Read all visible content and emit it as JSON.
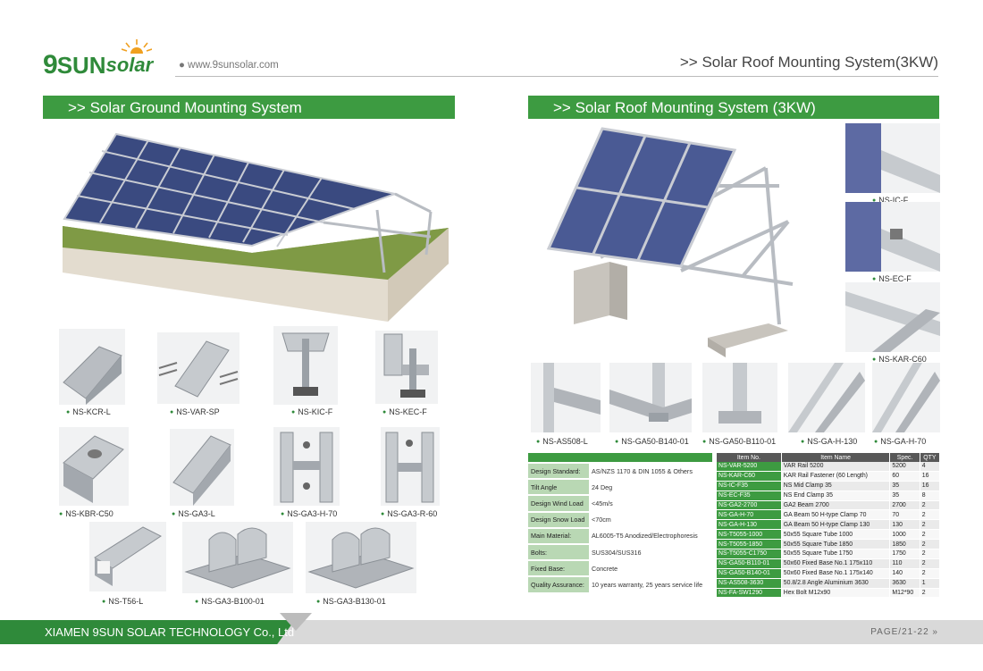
{
  "header": {
    "logo_nine": "9",
    "logo_sun": "SUN",
    "logo_solar": "solar",
    "website": "● www.9sunsolar.com",
    "right_title": ">> Solar Roof Mounting System(3KW)"
  },
  "left_section": {
    "title": ">> Solar Ground Mounting System",
    "parts": [
      {
        "label": "NS-KCR-L",
        "icon": "rail-icon"
      },
      {
        "label": "NS-VAR-SP",
        "icon": "rail-splice-icon"
      },
      {
        "label": "NS-KIC-F",
        "icon": "mid-clamp-icon"
      },
      {
        "label": "NS-KEC-F",
        "icon": "end-clamp-icon"
      },
      {
        "label": "NS-KBR-C50",
        "icon": "bracket-icon"
      },
      {
        "label": "NS-GA3-L",
        "icon": "rail-icon"
      },
      {
        "label": "NS-GA3-H-70",
        "icon": "h-clamp-icon"
      },
      {
        "label": "NS-GA3-R-60",
        "icon": "r-clamp-icon"
      },
      {
        "label": "NS-T56-L",
        "icon": "tube-icon"
      },
      {
        "label": "NS-GA3-B100-01",
        "icon": "base-icon"
      },
      {
        "label": "NS-GA3-B130-01",
        "icon": "base-icon"
      }
    ]
  },
  "right_section": {
    "title": ">> Solar Roof Mounting System (3KW)",
    "side_parts": [
      {
        "label": "NS-IC-F"
      },
      {
        "label": "NS-EC-F"
      },
      {
        "label": "NS-KAR-C60"
      }
    ],
    "row_parts": [
      {
        "label": "NS-AS508-L"
      },
      {
        "label": "NS-GA50-B140-01"
      },
      {
        "label": "NS-GA50-B110-01"
      },
      {
        "label": "NS-GA-H-130"
      },
      {
        "label": "NS-GA-H-70"
      }
    ],
    "specs": [
      {
        "key": "Design Standard:",
        "value": "AS/NZS 1170 & DIN 1055 & Others"
      },
      {
        "key": "Tilt Angle",
        "value": "24 Deg"
      },
      {
        "key": "Design Wind Load",
        "value": "<45m/s"
      },
      {
        "key": "Design Snow Load",
        "value": "<70cm"
      },
      {
        "key": "Main Material:",
        "value": "AL6005-T5 Anodized/Electrophoresis"
      },
      {
        "key": "Bolts:",
        "value": "SUS304/SUS316"
      },
      {
        "key": "Fixed Base:",
        "value": "Concrete"
      },
      {
        "key": "Quality Assurance:",
        "value": "10 years warranty, 25 years service life"
      }
    ],
    "parts_table": {
      "headers": [
        "Item No.",
        "Item Name",
        "Spec.",
        "QTY"
      ],
      "rows": [
        [
          "NS-VAR-5200",
          "VAR Rail 5200",
          "5200",
          "4"
        ],
        [
          "NS-KAR-C60",
          "KAR Rail Fastener (60 Length)",
          "60",
          "16"
        ],
        [
          "NS-IC-F35",
          "NS Mid Clamp 35",
          "35",
          "16"
        ],
        [
          "NS-EC-F35",
          "NS End Clamp 35",
          "35",
          "8"
        ],
        [
          "NS-GA2-2700",
          "GA2 Beam 2700",
          "2700",
          "2"
        ],
        [
          "NS-GA-H-70",
          "GA Beam 50 H-type Clamp 70",
          "70",
          "2"
        ],
        [
          "NS-GA-H-130",
          "GA Beam 50 H-type Clamp 130",
          "130",
          "2"
        ],
        [
          "NS-T5055-1000",
          "50x55 Square Tube 1000",
          "1000",
          "2"
        ],
        [
          "NS-T5055-1850",
          "50x55 Square Tube 1850",
          "1850",
          "2"
        ],
        [
          "NS-T5055-C1750",
          "50x55 Square Tube 1750",
          "1750",
          "2"
        ],
        [
          "NS-GA50-B110-01",
          "50x60 Fixed Base No.1 175x110",
          "110",
          "2"
        ],
        [
          "NS-GA50-B140-01",
          "50x60 Fixed Base No.1 175x140",
          "140",
          "2"
        ],
        [
          "NS-AS508-3630",
          "50.8/2.8 Angle Aluminium 3630",
          "3630",
          "1"
        ],
        [
          "NS-FA-SW1290",
          "Hex Bolt M12x90",
          "M12*90",
          "2"
        ]
      ]
    }
  },
  "footer": {
    "company": "XIAMEN 9SUN SOLAR TECHNOLOGY Co., Ltd",
    "page": "PAGE/21-22 »"
  },
  "colors": {
    "brand_green": "#3d9b41",
    "dark_green": "#2f8a3a",
    "spec_key_bg": "#b9d8b4",
    "table_header": "#585858"
  }
}
